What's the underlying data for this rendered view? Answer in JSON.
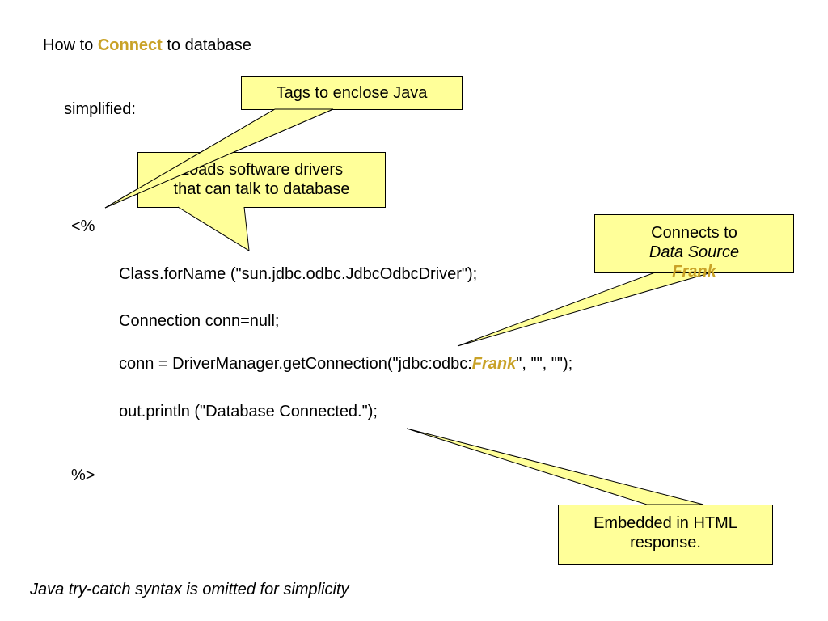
{
  "slide": {
    "title": {
      "prefix": "How to ",
      "highlight": "Connect",
      "suffix": " to database"
    },
    "subtitle": "simplified:",
    "code": {
      "open_tag": "<%",
      "line1": "Class.forName (\"sun.jdbc.odbc.JdbcOdbcDriver\");",
      "line2": "Connection  conn=null;",
      "line3_prefix": "conn = DriverManager.getConnection(\"jdbc:odbc:",
      "line3_highlight": "Frank",
      "line3_suffix": "\", \"\", \"\");",
      "line4": "out.println (\"Database Connected.\");",
      "close_tag": "%>"
    },
    "callouts": {
      "tags": "Tags to enclose Java",
      "drivers_line1": "Loads software drivers",
      "drivers_line2": "that can talk to database",
      "connects_line1": "Connects to",
      "connects_line2_prefix": "Data Source ",
      "connects_line2_highlight": "Frank",
      "embedded_line1": "Embedded in HTML",
      "embedded_line2": "response."
    },
    "footnote": "Java try-catch syntax is omitted for simplicity",
    "colors": {
      "accent": "#c9a227",
      "callout_fill": "#ffff99"
    }
  }
}
